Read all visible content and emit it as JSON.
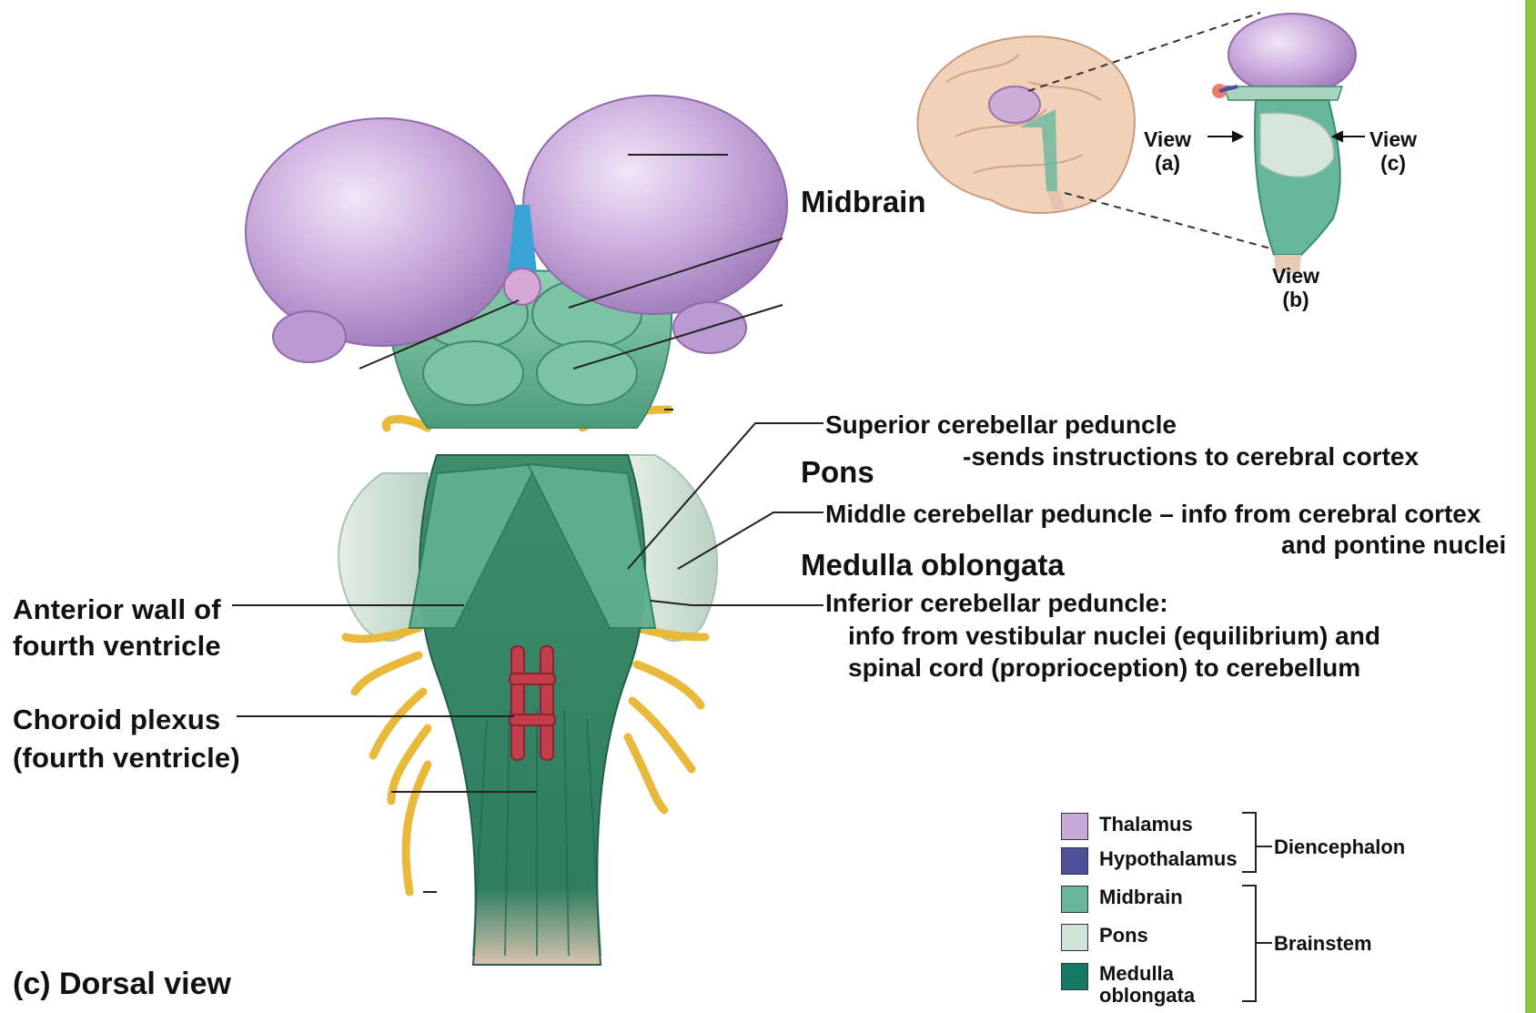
{
  "view_label": "(c) Dorsal view",
  "regions": {
    "midbrain": "Midbrain",
    "pons": "Pons",
    "medulla": "Medulla oblongata"
  },
  "left_labels": {
    "anterior_wall_line1": "Anterior wall of",
    "anterior_wall_line2": "fourth ventricle",
    "choroid_line1": "Choroid plexus",
    "choroid_line2": "(fourth ventricle)"
  },
  "right_labels": {
    "superior_peduncle": "Superior cerebellar peduncle",
    "superior_note": "-sends instructions to cerebral cortex",
    "middle_peduncle": "Middle cerebellar peduncle – info from cerebral cortex",
    "middle_note": "and pontine nuclei",
    "inferior_peduncle": "Inferior cerebellar peduncle:",
    "inferior_note1": "info from vestibular nuclei (equilibrium) and",
    "inferior_note2": "spinal cord (proprioception) to cerebellum"
  },
  "inset": {
    "view_a_1": "View",
    "view_a_2": "(a)",
    "view_b_1": "View",
    "view_b_2": "(b)",
    "view_c_1": "View",
    "view_c_2": "(c)"
  },
  "legend": {
    "items": [
      {
        "label": "Thalamus",
        "color": "#c9a9dc"
      },
      {
        "label": "Hypothalamus",
        "color": "#4e4f9a"
      },
      {
        "label": "Midbrain",
        "color": "#67b79c"
      },
      {
        "label": "Pons",
        "color": "#cfe3d6"
      },
      {
        "label": "Medulla oblongata",
        "color": "#147a66"
      }
    ],
    "group_diencephalon": "Diencephalon",
    "group_brainstem": "Brainstem"
  },
  "colors": {
    "thalamus": "#c6a6da",
    "midbrain": "#5fb08f",
    "pons": "#d6e6da",
    "medulla": "#2e7d5f",
    "nerve": "#f2c94c",
    "choroid": "#c43d4a",
    "accent_bar": "#8cc63f"
  }
}
